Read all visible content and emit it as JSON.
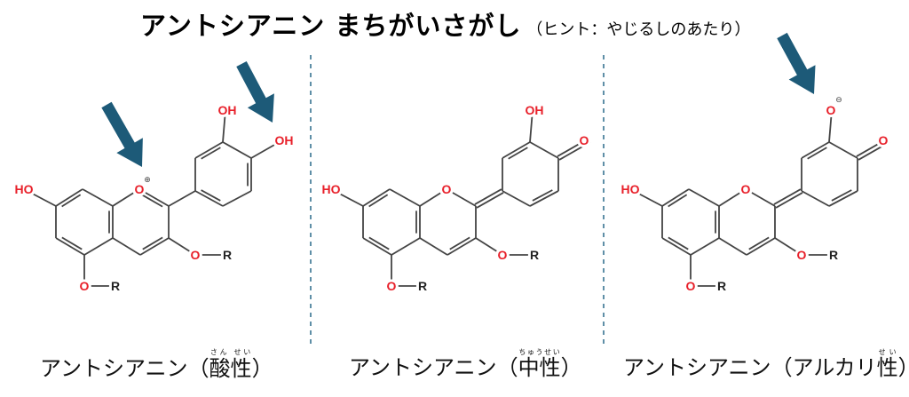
{
  "title": {
    "main": "アントシアニン まちがいさがし",
    "hint": "（ヒント：やじるしのあたり）"
  },
  "colors": {
    "arrow": "#1d5a78",
    "divider": "#2a6a8a",
    "heteroatom": "#e8202a",
    "bond": "#444444"
  },
  "panels": [
    {
      "name": "acidic",
      "caption": "アントシアニン",
      "paren_open": "（",
      "state": "酸性",
      "state_ruby": "さん せい",
      "paren_close": "）",
      "labels": {
        "ho": "HO",
        "o1": "O",
        "o1_charge": "⊕",
        "o3": "O",
        "r3": "R",
        "o5": "O",
        "r5": "R",
        "oh3": "OH",
        "o4": "OH"
      }
    },
    {
      "name": "neutral",
      "caption": "アントシアニン",
      "paren_open": "（",
      "state": "中性",
      "state_ruby": "ちゅうせい",
      "paren_close": "）",
      "labels": {
        "ho": "HO",
        "o1": "O",
        "o3": "O",
        "r3": "R",
        "o5": "O",
        "r5": "R",
        "oh3": "OH",
        "o4": "O"
      }
    },
    {
      "name": "alkaline",
      "caption": "アントシアニン",
      "paren_open": "（",
      "state_prefix": "アルカリ",
      "state": "性",
      "state_ruby": "せい",
      "paren_close": "）",
      "labels": {
        "ho": "HO",
        "o1": "O",
        "o3": "O",
        "r3": "R",
        "o5": "O",
        "r5": "R",
        "oh3": "O",
        "oh3_charge": "⊖",
        "o4": "O"
      }
    }
  ]
}
